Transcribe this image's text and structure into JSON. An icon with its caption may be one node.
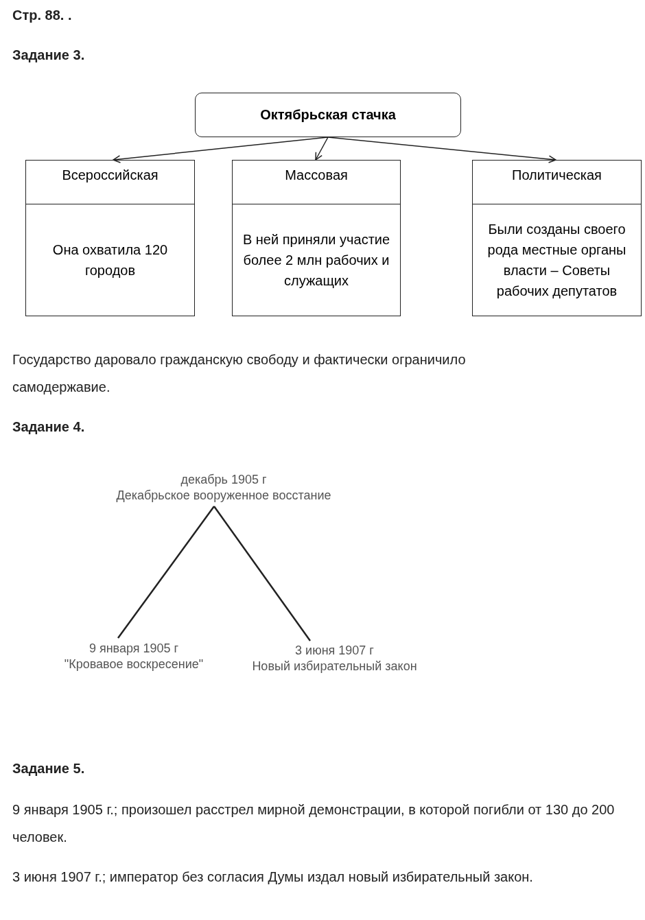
{
  "diagram": {
    "nodes": [
      {
        "text": [
          "Октябрьская стачка"
        ]
      },
      {
        "text": [
          "Всероссийская",
          "Она охватила 120 городов"
        ]
      },
      {
        "text": [
          "Массовая",
          "В ней приняли участие более 2 млн рабочих и служащих"
        ]
      },
      {
        "text": [
          "Политическая",
          "Были созданы своего рода местные органы власти – Советы рабочих депутатов"
        ]
      },
      {
        "text": [
          "декабрь 1905 г",
          "Декабрьское вооруженное восстание"
        ]
      },
      {
        "text": [
          "9 января 1905 г",
          "\"Кровавое воскресение\""
        ]
      },
      {
        "text": [
          "3 июня 1907 г",
          "Новый избирательный закон"
        ]
      }
    ],
    "edges": [
      {
        "from": 0,
        "to": 1,
        "arrow": "to"
      },
      {
        "from": 0,
        "to": 2,
        "arrow": "to"
      },
      {
        "from": 0,
        "to": 3,
        "arrow": "to"
      },
      {
        "from": 4,
        "to": 5,
        "arrow": "none"
      },
      {
        "from": 4,
        "to": 6,
        "arrow": "none"
      }
    ],
    "labels": [
      "Стр. 88. .",
      "Задание 3.",
      "Государство даровало гражданскую свободу и фактически ограничило самодержавие.",
      "Задание 4.",
      "Задание 5.",
      "9 января 1905 г.; произошел расстрел мирной демонстрации, в которой погибли от 130 до 200 человек.",
      "3 июня 1907 г.; император без согласия Думы издал новый избирательный закон."
    ]
  }
}
